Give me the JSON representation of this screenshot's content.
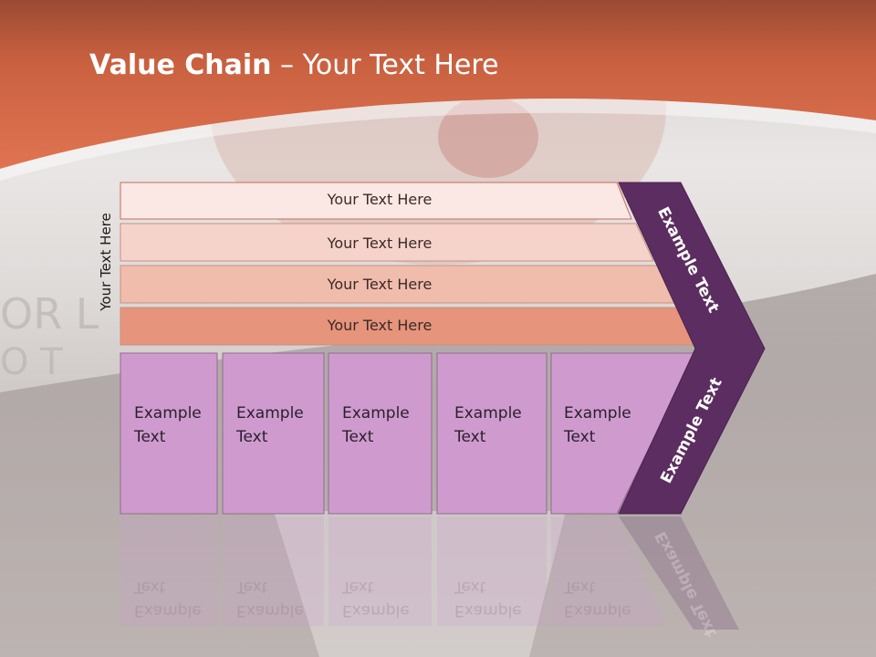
{
  "title": {
    "bold": "Value Chain",
    "rest": " – Your Text Here"
  },
  "side_label": "Your Text Here",
  "bars": [
    {
      "label": "Your Text Here",
      "color": "#fbe8e4"
    },
    {
      "label": "Your Text Here",
      "color": "#f6d3ca"
    },
    {
      "label": "Your Text Here",
      "color": "#f0bcac"
    },
    {
      "label": "Your Text Here",
      "color": "#e6947c"
    }
  ],
  "boxes": [
    {
      "line1": "Example",
      "line2": "Text"
    },
    {
      "line1": "Example",
      "line2": "Text"
    },
    {
      "line1": "Example",
      "line2": "Text"
    },
    {
      "line1": "Example",
      "line2": "Text"
    },
    {
      "line1": "Example",
      "line2": "Text"
    }
  ],
  "chevron": {
    "upper": "Example Text",
    "lower": "Example Text"
  },
  "colors": {
    "header": "#d86a4a",
    "box": "#cf9bcf",
    "chevron": "#5c2d60"
  }
}
